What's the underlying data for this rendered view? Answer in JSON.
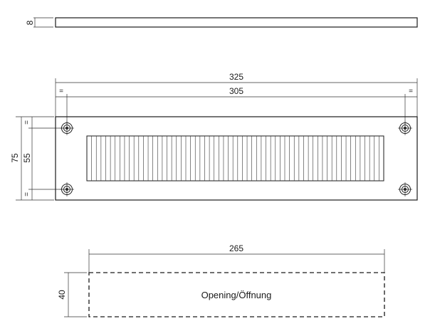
{
  "dimensions": {
    "thickness": "8",
    "overall_width": "325",
    "hole_spacing_width": "305",
    "overall_height": "75",
    "hole_spacing_height": "55",
    "opening_width": "265",
    "opening_height": "40",
    "equal_mark": "="
  },
  "opening": {
    "label": "Opening/Öffnung"
  },
  "plate": {
    "slot_lines": 62
  }
}
